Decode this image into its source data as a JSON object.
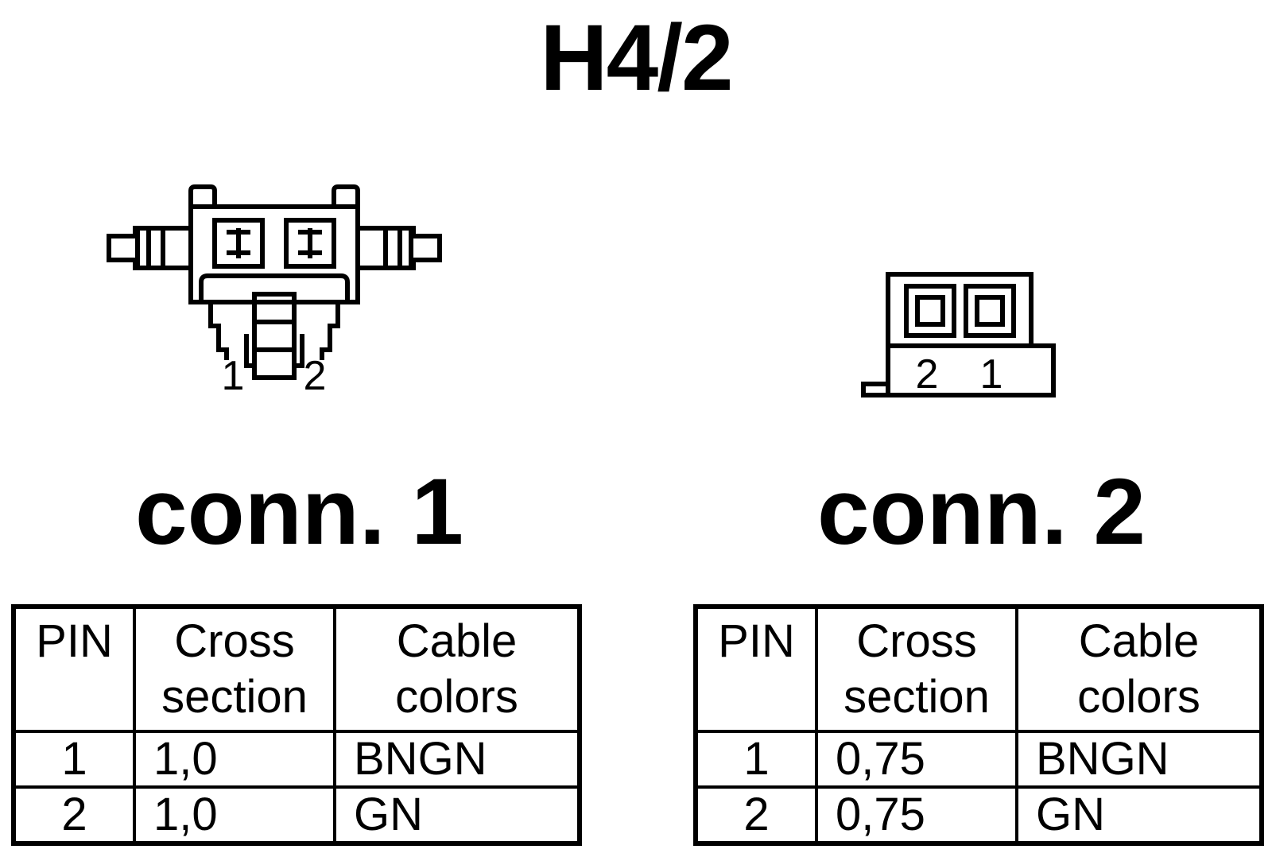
{
  "title": "H4/2",
  "connectors": [
    {
      "label": "conn. 1",
      "pin_labels": [
        "1",
        "2"
      ],
      "headers": {
        "pin": "PIN",
        "cross": "Cross section",
        "colors": "Cable colors"
      },
      "rows": [
        {
          "pin": "1",
          "cross": "1,0",
          "color": "BNGN"
        },
        {
          "pin": "2",
          "cross": "1,0",
          "color": "GN"
        }
      ]
    },
    {
      "label": "conn. 2",
      "pin_labels": [
        "2",
        "1"
      ],
      "headers": {
        "pin": "PIN",
        "cross": "Cross section",
        "colors": "Cable colors"
      },
      "rows": [
        {
          "pin": "1",
          "cross": "0,75",
          "color": "BNGN"
        },
        {
          "pin": "2",
          "cross": "0,75",
          "color": "GN"
        }
      ]
    }
  ]
}
